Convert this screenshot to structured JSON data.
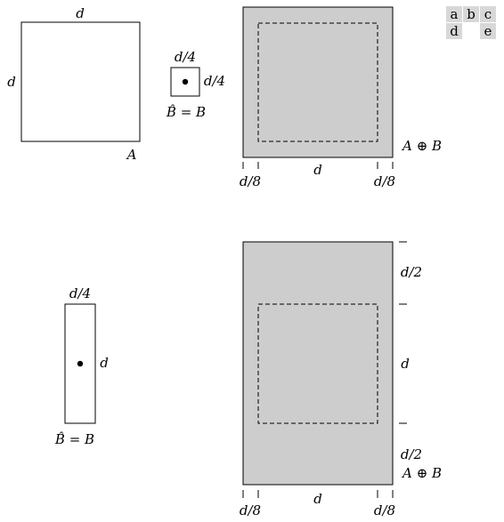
{
  "panel_key": {
    "letters": [
      "a",
      "b",
      "c",
      "d",
      "e"
    ]
  },
  "labels": {
    "d": "d",
    "d4": "d/4",
    "d8": "d/8",
    "d2": "d/2",
    "A": "A",
    "B_hat_eq_B": "B̂ = B",
    "A_dilate_B": "A ⊕ B"
  },
  "colors": {
    "shaded": "#cdcdcd",
    "key_bg": "#d8d8d8",
    "stroke": "#000000"
  }
}
